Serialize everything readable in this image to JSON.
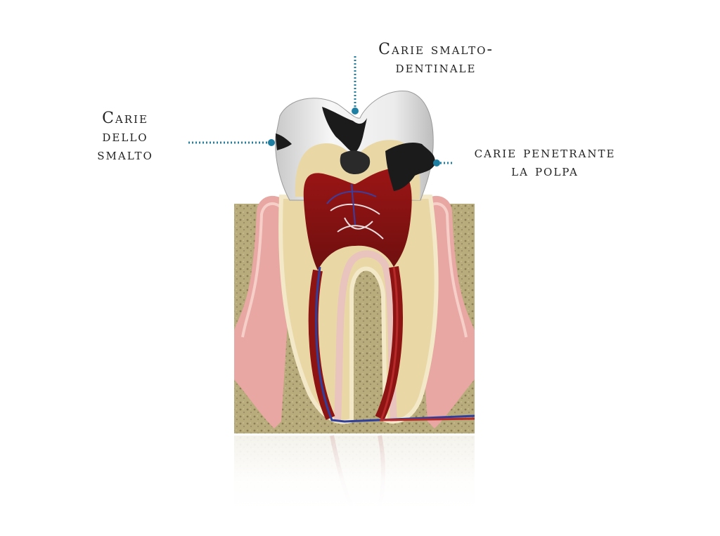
{
  "labels": {
    "enamel_caries": [
      "Carie",
      "dello",
      "smalto"
    ],
    "enamel_dentin_caries": [
      "Carie smalto-",
      "dentinale"
    ],
    "pulp_caries": [
      "carie penetrante",
      "la polpa"
    ]
  },
  "colors": {
    "pointer": "#1f7fa3",
    "enamel": "#ececec",
    "dentin": "#e9d8a6",
    "pulp": "#8e1414",
    "gum": "#e8a7a2",
    "bone": "#b5a77a",
    "caries": "#1b1b1b"
  }
}
